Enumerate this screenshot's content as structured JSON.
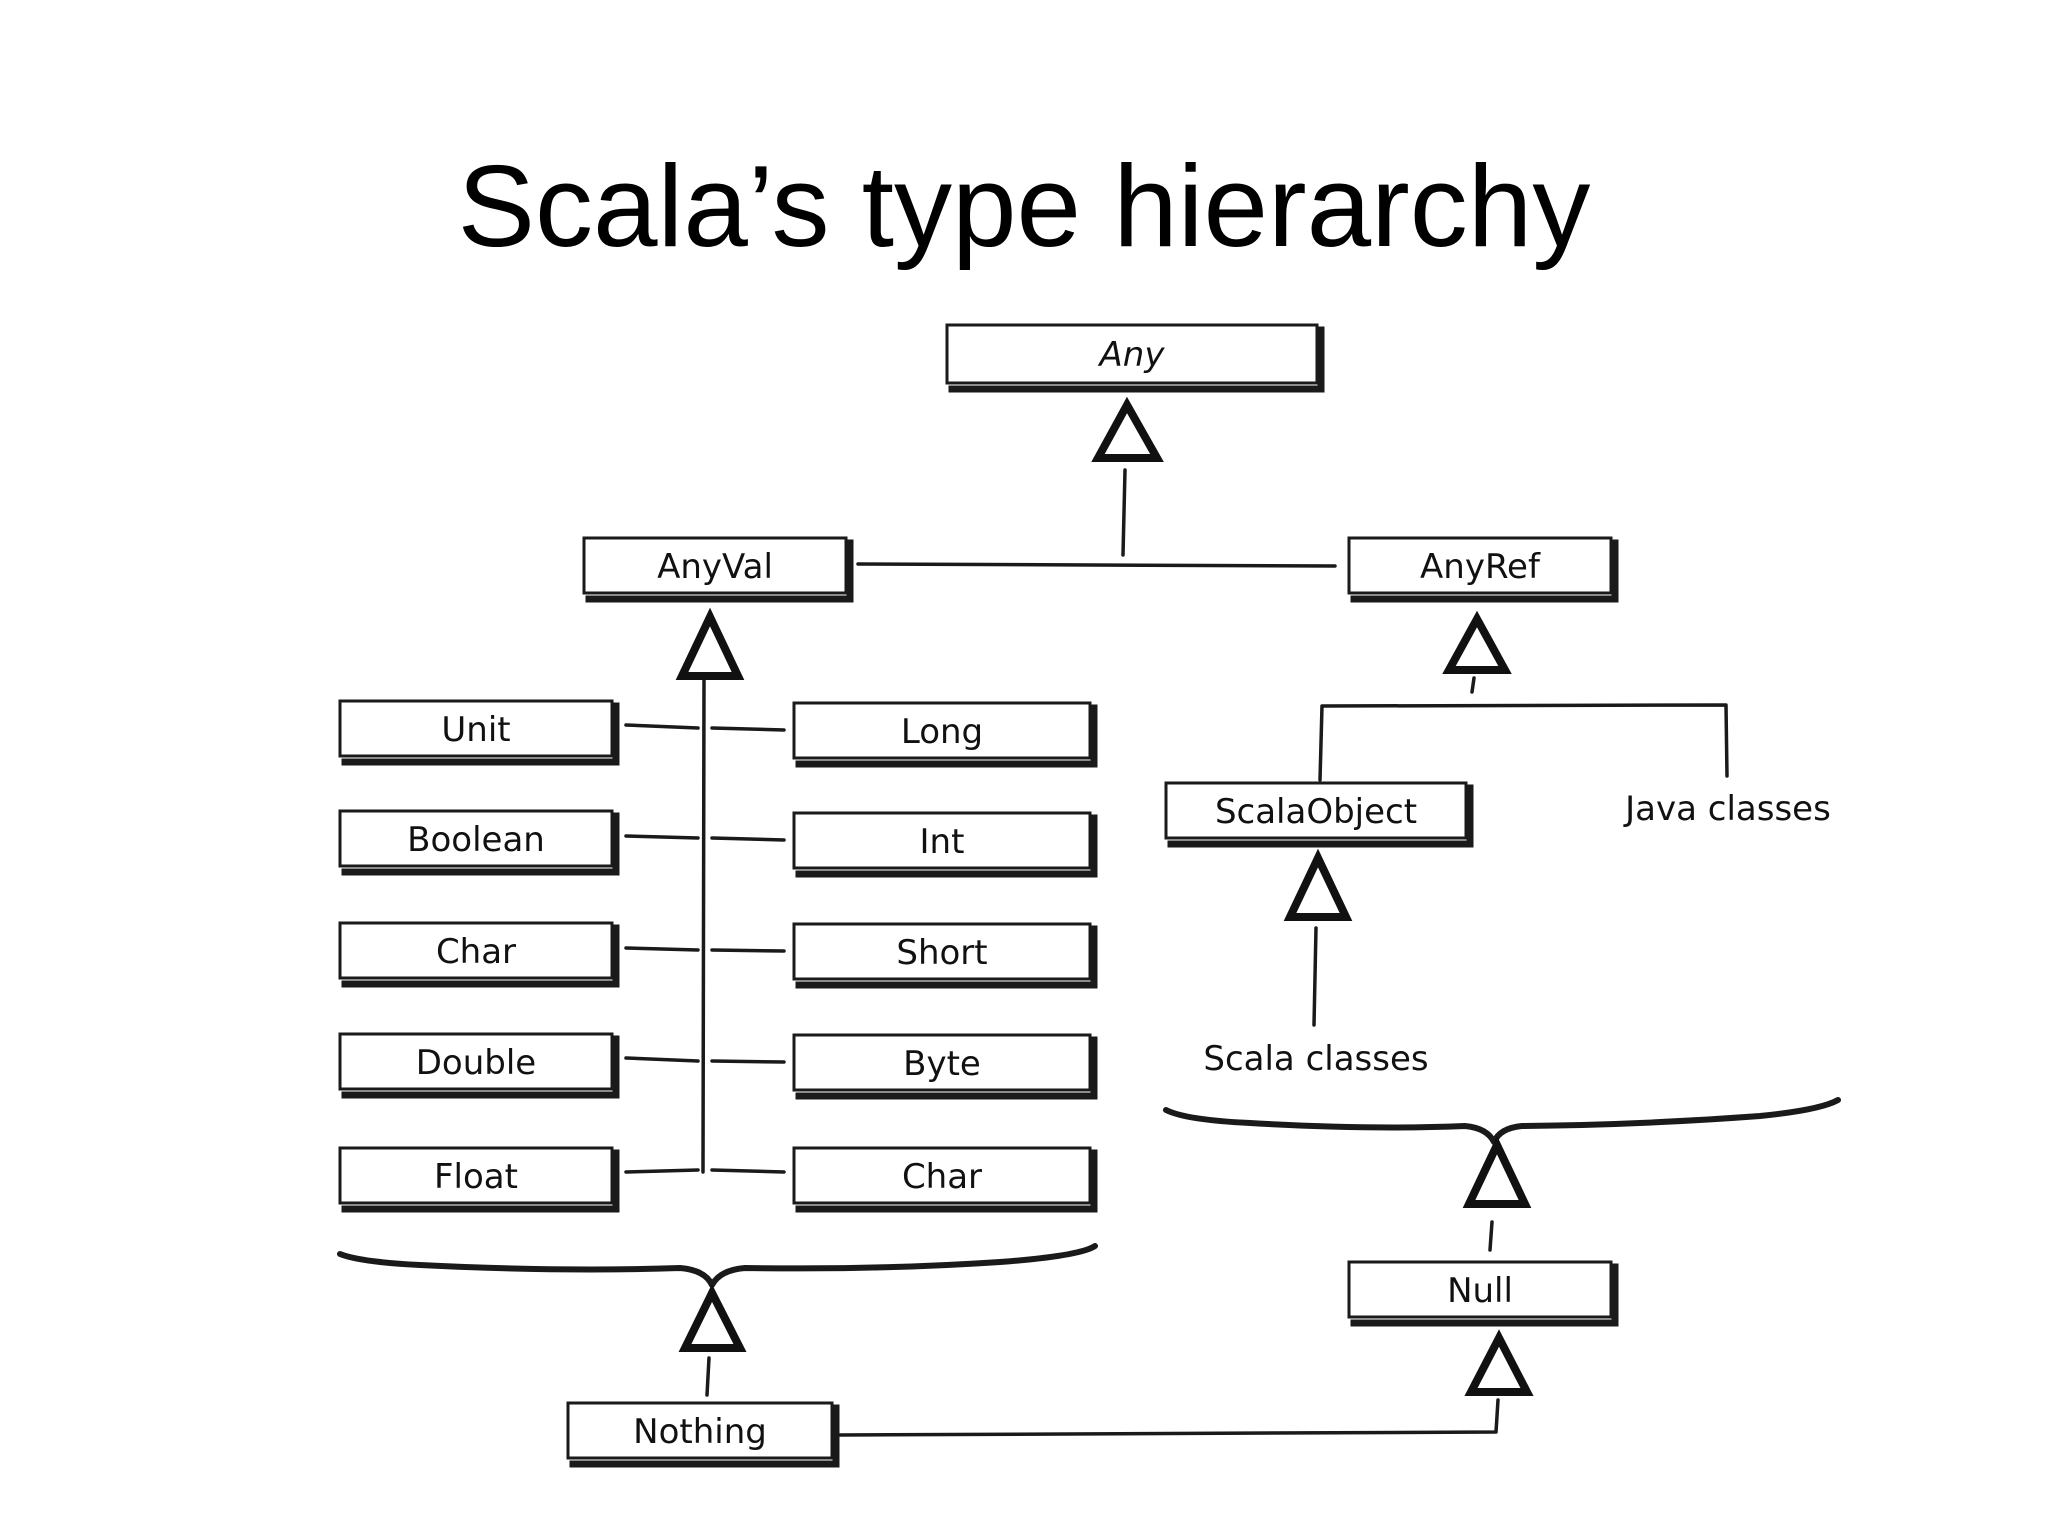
{
  "title": "Scala’s type hierarchy",
  "nodes": {
    "any": "Any",
    "anyval": "AnyVal",
    "anyref": "AnyRef",
    "unit": "Unit",
    "boolean": "Boolean",
    "char_left": "Char",
    "double": "Double",
    "float": "Float",
    "long": "Long",
    "int": "Int",
    "short": "Short",
    "byte": "Byte",
    "char_right": "Char",
    "scalaobject": "ScalaObject",
    "null": "Null",
    "nothing": "Nothing"
  },
  "labels": {
    "java_classes": "Java classes",
    "scala_classes": "Scala classes"
  }
}
